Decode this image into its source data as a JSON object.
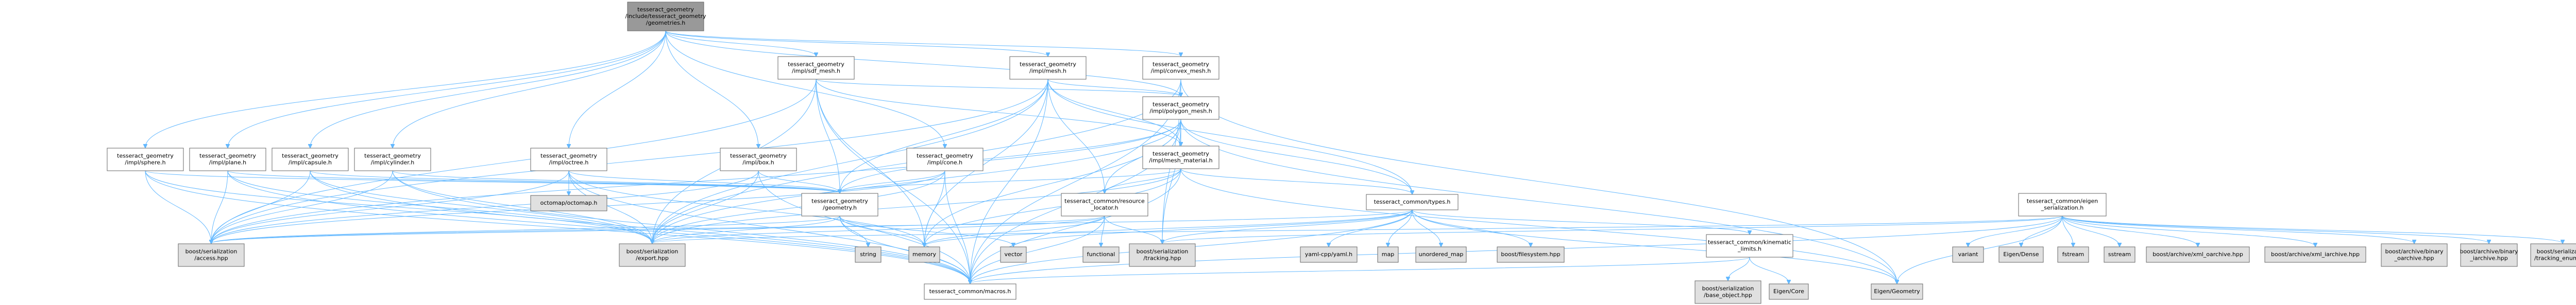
{
  "graph": {
    "nodes": [
      {
        "id": "root",
        "lines": [
          "tesseract_geometry",
          "/include/tesseract_geometry",
          "/geometries.h"
        ],
        "fill": "#999999"
      },
      {
        "id": "sdf",
        "lines": [
          "tesseract_geometry",
          "/impl/sdf_mesh.h"
        ],
        "fill": "#ffffff"
      },
      {
        "id": "mesh",
        "lines": [
          "tesseract_geometry",
          "/impl/mesh.h"
        ],
        "fill": "#ffffff"
      },
      {
        "id": "convex",
        "lines": [
          "tesseract_geometry",
          "/impl/convex_mesh.h"
        ],
        "fill": "#ffffff"
      },
      {
        "id": "polygon",
        "lines": [
          "tesseract_geometry",
          "/impl/polygon_mesh.h"
        ],
        "fill": "#ffffff"
      },
      {
        "id": "meshmat",
        "lines": [
          "tesseract_geometry",
          "/impl/mesh_material.h"
        ],
        "fill": "#ffffff"
      },
      {
        "id": "sphere",
        "lines": [
          "tesseract_geometry",
          "/impl/sphere.h"
        ],
        "fill": "#ffffff"
      },
      {
        "id": "plane",
        "lines": [
          "tesseract_geometry",
          "/impl/plane.h"
        ],
        "fill": "#ffffff"
      },
      {
        "id": "capsule",
        "lines": [
          "tesseract_geometry",
          "/impl/capsule.h"
        ],
        "fill": "#ffffff"
      },
      {
        "id": "cylinder",
        "lines": [
          "tesseract_geometry",
          "/impl/cylinder.h"
        ],
        "fill": "#ffffff"
      },
      {
        "id": "octree",
        "lines": [
          "tesseract_geometry",
          "/impl/octree.h"
        ],
        "fill": "#ffffff"
      },
      {
        "id": "box",
        "lines": [
          "tesseract_geometry",
          "/impl/box.h"
        ],
        "fill": "#ffffff"
      },
      {
        "id": "cone",
        "lines": [
          "tesseract_geometry",
          "/impl/cone.h"
        ],
        "fill": "#ffffff"
      },
      {
        "id": "octomap",
        "lines": [
          "octomap/octomap.h"
        ],
        "fill": "#e0e0e0"
      },
      {
        "id": "geometry",
        "lines": [
          "tesseract_geometry",
          "/geometry.h"
        ],
        "fill": "#ffffff"
      },
      {
        "id": "resloc",
        "lines": [
          "tesseract_common/resource",
          "_locator.h"
        ],
        "fill": "#ffffff"
      },
      {
        "id": "types",
        "lines": [
          "tesseract_common/types.h"
        ],
        "fill": "#ffffff"
      },
      {
        "id": "eigenser",
        "lines": [
          "tesseract_common/eigen",
          "_serialization.h"
        ],
        "fill": "#ffffff"
      },
      {
        "id": "kinlimits",
        "lines": [
          "tesseract_common/kinematic",
          "_limits.h"
        ],
        "fill": "#ffffff"
      },
      {
        "id": "access",
        "lines": [
          "boost/serialization",
          "/access.hpp"
        ],
        "fill": "#e0e0e0"
      },
      {
        "id": "export",
        "lines": [
          "boost/serialization",
          "/export.hpp"
        ],
        "fill": "#e0e0e0"
      },
      {
        "id": "string",
        "lines": [
          "string"
        ],
        "fill": "#e0e0e0"
      },
      {
        "id": "memory",
        "lines": [
          "memory"
        ],
        "fill": "#e0e0e0"
      },
      {
        "id": "vector",
        "lines": [
          "vector"
        ],
        "fill": "#e0e0e0"
      },
      {
        "id": "functional",
        "lines": [
          "functional"
        ],
        "fill": "#e0e0e0"
      },
      {
        "id": "tracking",
        "lines": [
          "boost/serialization",
          "/tracking.hpp"
        ],
        "fill": "#e0e0e0"
      },
      {
        "id": "yaml",
        "lines": [
          "yaml-cpp/yaml.h"
        ],
        "fill": "#e0e0e0"
      },
      {
        "id": "map",
        "lines": [
          "map"
        ],
        "fill": "#e0e0e0"
      },
      {
        "id": "umap",
        "lines": [
          "unordered_map"
        ],
        "fill": "#e0e0e0"
      },
      {
        "id": "filesystem",
        "lines": [
          "boost/filesystem.hpp"
        ],
        "fill": "#e0e0e0"
      },
      {
        "id": "baseobj",
        "lines": [
          "boost/serialization",
          "/base_object.hpp"
        ],
        "fill": "#e0e0e0"
      },
      {
        "id": "eigencore",
        "lines": [
          "Eigen/Core"
        ],
        "fill": "#e0e0e0"
      },
      {
        "id": "eigengeom",
        "lines": [
          "Eigen/Geometry"
        ],
        "fill": "#e0e0e0"
      },
      {
        "id": "macros",
        "lines": [
          "tesseract_common/macros.h"
        ],
        "fill": "#ffffff"
      },
      {
        "id": "variant",
        "lines": [
          "variant"
        ],
        "fill": "#e0e0e0"
      },
      {
        "id": "eigendense",
        "lines": [
          "Eigen/Dense"
        ],
        "fill": "#e0e0e0"
      },
      {
        "id": "fstream",
        "lines": [
          "fstream"
        ],
        "fill": "#e0e0e0"
      },
      {
        "id": "sstream",
        "lines": [
          "sstream"
        ],
        "fill": "#e0e0e0"
      },
      {
        "id": "xmlo",
        "lines": [
          "boost/archive/xml_oarchive.hpp"
        ],
        "fill": "#e0e0e0"
      },
      {
        "id": "xmli",
        "lines": [
          "boost/archive/xml_iarchive.hpp"
        ],
        "fill": "#e0e0e0"
      },
      {
        "id": "bino",
        "lines": [
          "boost/archive/binary",
          "_oarchive.hpp"
        ],
        "fill": "#e0e0e0"
      },
      {
        "id": "bini",
        "lines": [
          "boost/archive/binary",
          "_iarchive.hpp"
        ],
        "fill": "#e0e0e0"
      },
      {
        "id": "trackenum",
        "lines": [
          "boost/serialization",
          "/tracking_enum.hpp"
        ],
        "fill": "#e0e0e0"
      }
    ],
    "edges": [
      [
        "root",
        "sdf"
      ],
      [
        "root",
        "mesh"
      ],
      [
        "root",
        "convex"
      ],
      [
        "root",
        "polygon"
      ],
      [
        "root",
        "sphere"
      ],
      [
        "root",
        "plane"
      ],
      [
        "root",
        "capsule"
      ],
      [
        "root",
        "cylinder"
      ],
      [
        "root",
        "octree"
      ],
      [
        "root",
        "box"
      ],
      [
        "root",
        "cone"
      ],
      [
        "sdf",
        "polygon"
      ],
      [
        "sdf",
        "geometry"
      ],
      [
        "sdf",
        "export"
      ],
      [
        "sdf",
        "access"
      ],
      [
        "sdf",
        "macros"
      ],
      [
        "sdf",
        "meshmat"
      ],
      [
        "sdf",
        "memory"
      ],
      [
        "mesh",
        "polygon"
      ],
      [
        "mesh",
        "geometry"
      ],
      [
        "mesh",
        "export"
      ],
      [
        "mesh",
        "access"
      ],
      [
        "mesh",
        "macros"
      ],
      [
        "mesh",
        "meshmat"
      ],
      [
        "mesh",
        "memory"
      ],
      [
        "mesh",
        "resloc"
      ],
      [
        "mesh",
        "types"
      ],
      [
        "convex",
        "polygon"
      ],
      [
        "convex",
        "macros"
      ],
      [
        "convex",
        "export"
      ],
      [
        "convex",
        "meshmat"
      ],
      [
        "convex",
        "eigengeom"
      ],
      [
        "convex",
        "tracking"
      ],
      [
        "polygon",
        "geometry"
      ],
      [
        "polygon",
        "resloc"
      ],
      [
        "polygon",
        "types"
      ],
      [
        "polygon",
        "export"
      ],
      [
        "polygon",
        "access"
      ],
      [
        "polygon",
        "macros"
      ],
      [
        "polygon",
        "meshmat"
      ],
      [
        "polygon",
        "eigengeom"
      ],
      [
        "polygon",
        "memory"
      ],
      [
        "polygon",
        "tracking"
      ],
      [
        "meshmat",
        "resloc"
      ],
      [
        "meshmat",
        "types"
      ],
      [
        "meshmat",
        "geometry"
      ],
      [
        "meshmat",
        "eigengeom"
      ],
      [
        "meshmat",
        "macros"
      ],
      [
        "meshmat",
        "memory"
      ],
      [
        "meshmat",
        "export"
      ],
      [
        "sphere",
        "geometry"
      ],
      [
        "sphere",
        "access"
      ],
      [
        "sphere",
        "export"
      ],
      [
        "sphere",
        "macros"
      ],
      [
        "plane",
        "geometry"
      ],
      [
        "plane",
        "access"
      ],
      [
        "plane",
        "export"
      ],
      [
        "plane",
        "macros"
      ],
      [
        "capsule",
        "geometry"
      ],
      [
        "capsule",
        "access"
      ],
      [
        "capsule",
        "export"
      ],
      [
        "capsule",
        "macros"
      ],
      [
        "cylinder",
        "geometry"
      ],
      [
        "cylinder",
        "access"
      ],
      [
        "cylinder",
        "export"
      ],
      [
        "cylinder",
        "macros"
      ],
      [
        "octree",
        "geometry"
      ],
      [
        "octree",
        "octomap"
      ],
      [
        "octree",
        "access"
      ],
      [
        "octree",
        "export"
      ],
      [
        "octree",
        "macros"
      ],
      [
        "octree",
        "memory"
      ],
      [
        "box",
        "geometry"
      ],
      [
        "box",
        "access"
      ],
      [
        "box",
        "export"
      ],
      [
        "box",
        "macros"
      ],
      [
        "cone",
        "geometry"
      ],
      [
        "cone",
        "access"
      ],
      [
        "cone",
        "export"
      ],
      [
        "cone",
        "macros"
      ],
      [
        "cone",
        "memory"
      ],
      [
        "geometry",
        "access"
      ],
      [
        "geometry",
        "export"
      ],
      [
        "geometry",
        "string"
      ],
      [
        "geometry",
        "memory"
      ],
      [
        "geometry",
        "vector"
      ],
      [
        "geometry",
        "macros"
      ],
      [
        "resloc",
        "access"
      ],
      [
        "resloc",
        "export"
      ],
      [
        "resloc",
        "memory"
      ],
      [
        "resloc",
        "functional"
      ],
      [
        "resloc",
        "tracking"
      ],
      [
        "resloc",
        "macros"
      ],
      [
        "types",
        "vector"
      ],
      [
        "types",
        "memory"
      ],
      [
        "types",
        "yaml"
      ],
      [
        "types",
        "map"
      ],
      [
        "types",
        "umap"
      ],
      [
        "types",
        "filesystem"
      ],
      [
        "types",
        "kinlimits"
      ],
      [
        "types",
        "eigengeom"
      ],
      [
        "types",
        "tracking"
      ],
      [
        "types",
        "access"
      ],
      [
        "types",
        "macros"
      ],
      [
        "kinlimits",
        "baseobj"
      ],
      [
        "kinlimits",
        "eigencore"
      ],
      [
        "kinlimits",
        "macros"
      ],
      [
        "eigenser",
        "variant"
      ],
      [
        "eigenser",
        "eigendense"
      ],
      [
        "eigenser",
        "fstream"
      ],
      [
        "eigenser",
        "sstream"
      ],
      [
        "eigenser",
        "xmlo"
      ],
      [
        "eigenser",
        "xmli"
      ],
      [
        "eigenser",
        "bino"
      ],
      [
        "eigenser",
        "bini"
      ],
      [
        "eigenser",
        "trackenum"
      ],
      [
        "eigenser",
        "tracking"
      ],
      [
        "eigenser",
        "export"
      ],
      [
        "eigenser",
        "macros"
      ],
      [
        "eigenser",
        "eigengeom"
      ]
    ]
  }
}
